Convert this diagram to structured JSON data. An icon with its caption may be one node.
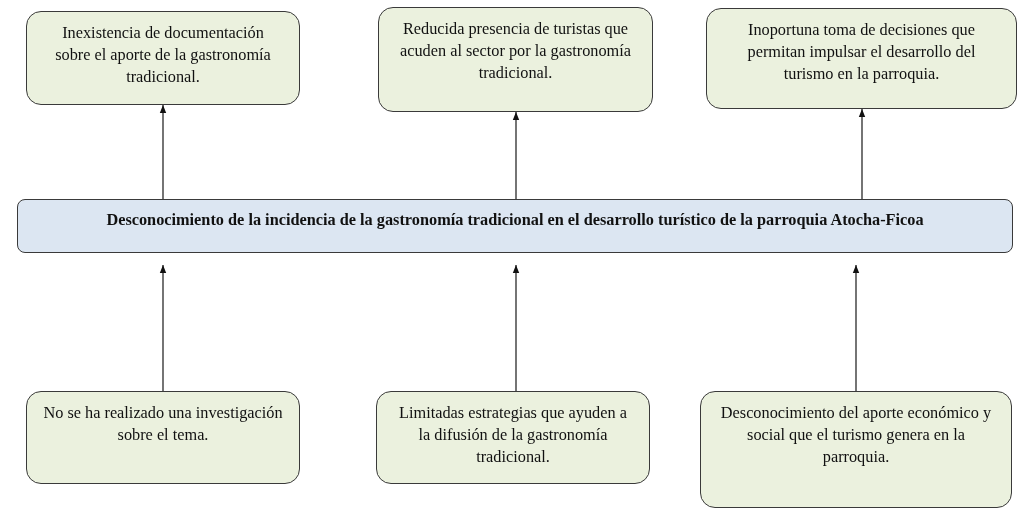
{
  "diagram": {
    "nodes": [
      {
        "text": [
          "Inexistencia de documentación sobre el aporte de la gastronomía tradicional."
        ]
      },
      {
        "text": [
          "Reducida presencia de turistas que acuden al sector por la gastronomía tradicional."
        ]
      },
      {
        "text": [
          "Inoportuna toma de decisiones que permitan impulsar el desarrollo del turismo en la parroquia."
        ]
      },
      {
        "text": [
          "Desconocimiento de la incidencia de la gastronomía tradicional en el desarrollo turístico de la parroquia Atocha-Ficoa"
        ]
      },
      {
        "text": [
          "No se ha realizado una investigación sobre el tema."
        ]
      },
      {
        "text": [
          "Limitadas estrategias que ayuden a la difusión de la gastronomía tradicional."
        ]
      },
      {
        "text": [
          "Desconocimiento del aporte económico y social que el turismo genera en la parroquia."
        ]
      }
    ],
    "edges": [
      {
        "from": 3,
        "to": 0,
        "arrow": "to"
      },
      {
        "from": 3,
        "to": 1,
        "arrow": "to"
      },
      {
        "from": 3,
        "to": 2,
        "arrow": "to"
      },
      {
        "from": 4,
        "to": 3,
        "arrow": "to"
      },
      {
        "from": 5,
        "to": 3,
        "arrow": "to"
      },
      {
        "from": 6,
        "to": 3,
        "arrow": "to"
      }
    ]
  }
}
